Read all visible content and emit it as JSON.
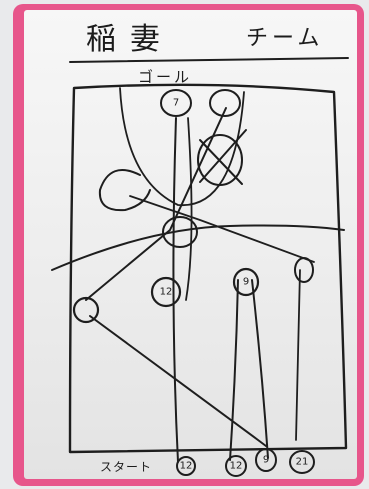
{
  "board": {
    "title_left": "稲妻",
    "title_right": "チーム",
    "goal_label": "ゴール",
    "start_label": "スタート",
    "circle_marks": [
      "7",
      "12",
      "12",
      "9",
      "21"
    ],
    "start_numbers": [
      "12",
      "12",
      "9",
      "21"
    ]
  },
  "colors": {
    "frame": "#e7568b",
    "board": "#f2f2f2",
    "ink": "#1e1e1e"
  }
}
